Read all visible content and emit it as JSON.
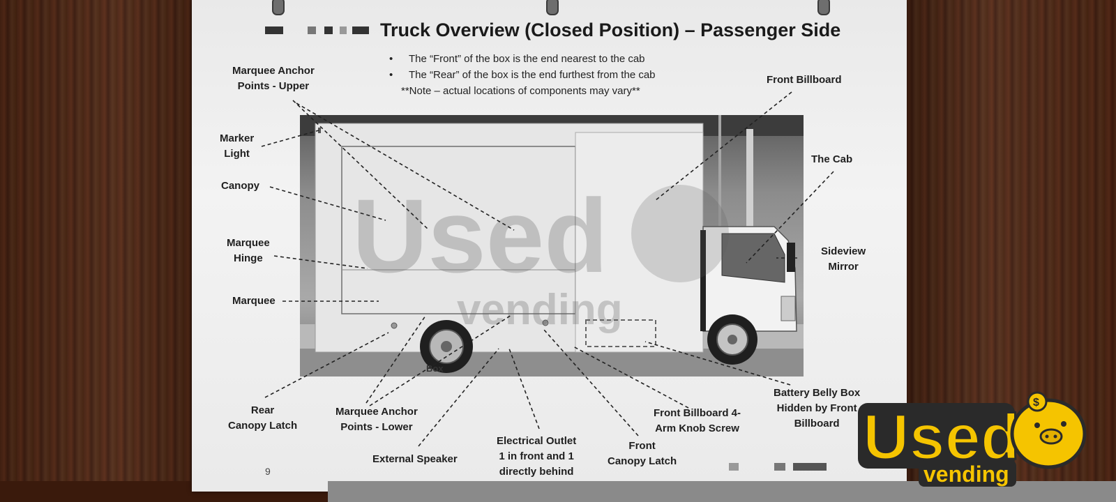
{
  "document": {
    "title": "Truck Overview (Closed Position) – Passenger Side",
    "notes": [
      "The “Front” of the box is the end nearest to the cab",
      "The “Rear” of the box is the end furthest from the cab"
    ],
    "disclaimer": "**Note – actual locations of components may vary**",
    "page_number": "9"
  },
  "labels": {
    "marquee_anchor_upper_1": "Marquee Anchor",
    "marquee_anchor_upper_2": "Points - Upper",
    "marker_light_1": "Marker",
    "marker_light_2": "Light",
    "canopy": "Canopy",
    "marquee_hinge_1": "Marquee",
    "marquee_hinge_2": "Hinge",
    "marquee": "Marquee",
    "front_billboard": "Front Billboard",
    "the_cab": "The Cab",
    "sideview_mirror_1": "Sideview",
    "sideview_mirror_2": "Mirror",
    "rear_canopy_latch_1": "Rear",
    "rear_canopy_latch_2": "Canopy Latch",
    "marquee_anchor_lower_1": "Marquee Anchor",
    "marquee_anchor_lower_2": "Points - Lower",
    "electrical_outlet_1": "Electrical Outlet",
    "electrical_outlet_2": "1 in front and 1",
    "electrical_outlet_3": "directly behind",
    "external_speaker": "External Speaker",
    "front_billboard_knob_1": "Front Billboard 4-",
    "front_billboard_knob_2": "Arm Knob Screw",
    "front_canopy_latch_1": "Front",
    "front_canopy_latch_2": "Canopy Latch",
    "battery_belly_box_1": "Battery Belly Box",
    "battery_belly_box_2": "Hidden by Front",
    "battery_belly_box_3": "Billboard",
    "partial_box": "Box"
  },
  "watermark": {
    "word1": "Used",
    "word2": "vending"
  },
  "logo": {
    "word1": "Used",
    "word2": "vending",
    "color_yellow": "#f5c400",
    "color_dark": "#2a2a2a"
  }
}
